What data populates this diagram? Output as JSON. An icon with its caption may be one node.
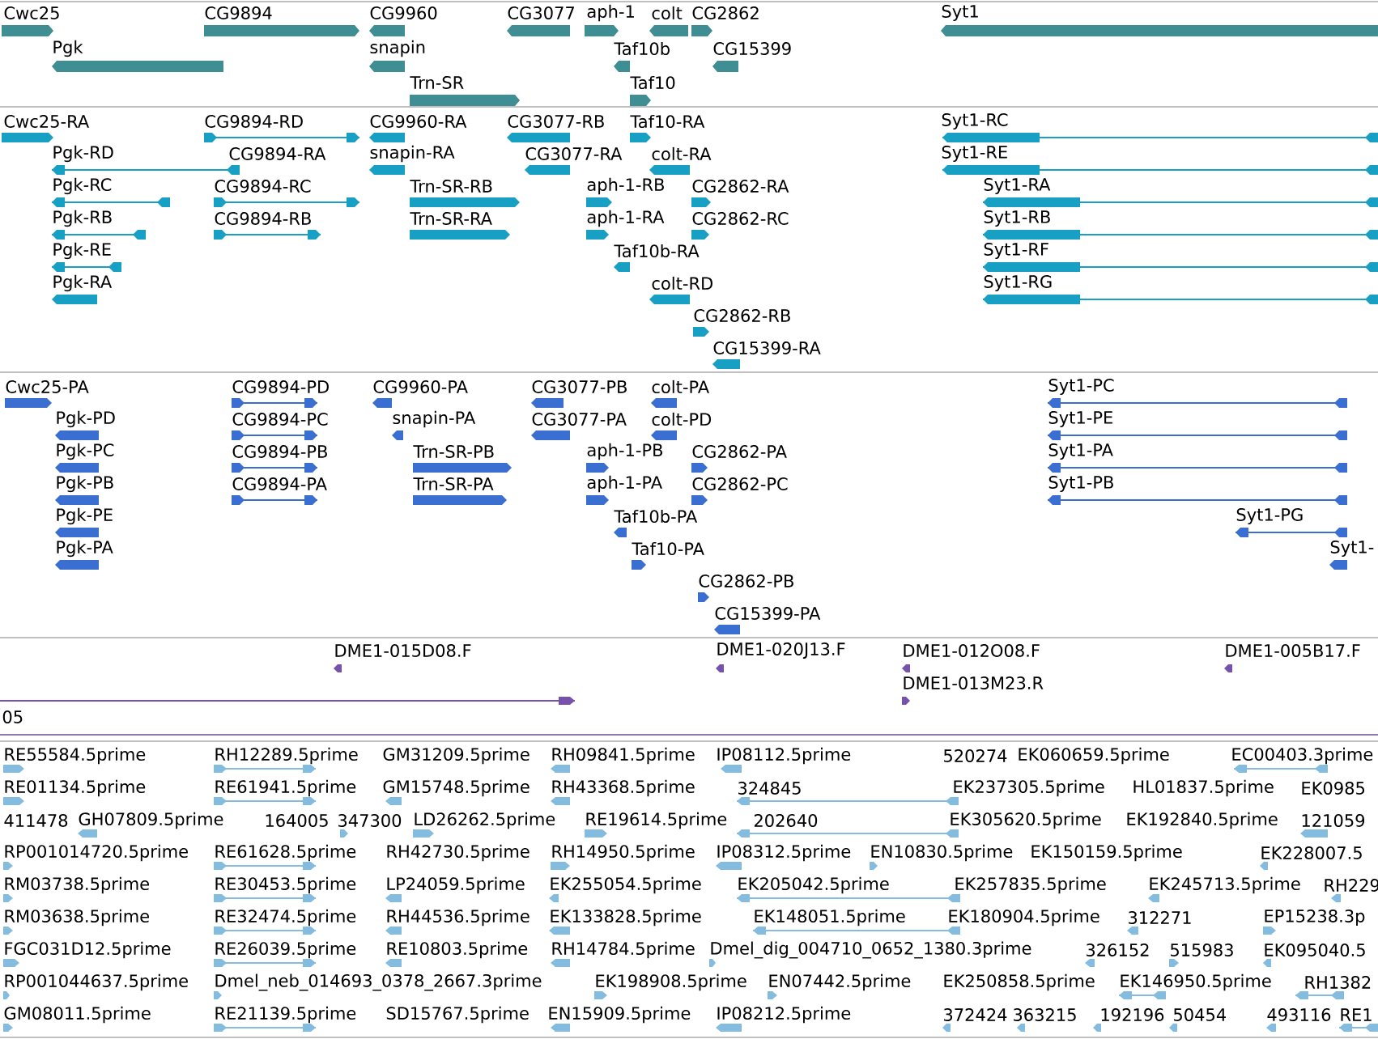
{
  "diagram": {
    "labels": [
      "Cwc25",
      "CG9894",
      "CG9960",
      "CG3077",
      "aph-1",
      "colt",
      "CG2862",
      "Syt1",
      "Pgk",
      "snapin",
      "Taf10b",
      "CG15399",
      "Trn-SR",
      "Taf10",
      "Cwc25-RA",
      "CG9894-RD",
      "CG9960-RA",
      "CG3077-RB",
      "Taf10-RA",
      "Syt1-RC",
      "Pgk-RD",
      "CG9894-RA",
      "snapin-RA",
      "CG3077-RA",
      "colt-RA",
      "Syt1-RE",
      "Pgk-RC",
      "CG9894-RC",
      "Trn-SR-RB",
      "aph-1-RB",
      "CG2862-RA",
      "Syt1-RA",
      "Pgk-RB",
      "CG9894-RB",
      "Trn-SR-RA",
      "aph-1-RA",
      "CG2862-RC",
      "Syt1-RB",
      "Pgk-RE",
      "Taf10b-RA",
      "Syt1-RF",
      "Pgk-RA",
      "colt-RD",
      "Syt1-RG",
      "CG2862-RB",
      "CG15399-RA",
      "Cwc25-PA",
      "CG9894-PD",
      "CG9960-PA",
      "CG3077-PB",
      "colt-PA",
      "Syt1-PC",
      "Pgk-PD",
      "CG9894-PC",
      "snapin-PA",
      "CG3077-PA",
      "colt-PD",
      "Syt1-PE",
      "Pgk-PC",
      "CG9894-PB",
      "Trn-SR-PB",
      "aph-1-PB",
      "CG2862-PA",
      "Syt1-PA",
      "Pgk-PB",
      "CG9894-PA",
      "Trn-SR-PA",
      "aph-1-PA",
      "CG2862-PC",
      "Syt1-PB",
      "Pgk-PE",
      "Taf10b-PA",
      "Syt1-PG",
      "Pgk-PA",
      "Taf10-PA",
      "Syt1-",
      "CG2862-PB",
      "CG15399-PA",
      "DME1-015D08.F",
      "DME1-020J13.F",
      "DME1-012O08.F",
      "DME1-005B17.F",
      "DME1-013M23.R",
      "05",
      "RE55584.5prime",
      "RH12289.5prime",
      "GM31209.5prime",
      "RH09841.5prime",
      "IP08112.5prime",
      "520274",
      "EK060659.5prime",
      "EC00403.3prime",
      "RE01134.5prime",
      "RE61941.5prime",
      "GM15748.5prime",
      "RH43368.5prime",
      "324845",
      "EK237305.5prime",
      "HL01837.5prime",
      "EK0985",
      "411478",
      "GH07809.5prime",
      "164005",
      "347300",
      "LD26262.5prime",
      "RE19614.5prime",
      "202640",
      "EK305620.5prime",
      "EK192840.5prime",
      "121059",
      "RP001014720.5prime",
      "RE61628.5prime",
      "RH42730.5prime",
      "RH14950.5prime",
      "IP08312.5prime",
      "EN10830.5prime",
      "EK150159.5prime",
      "EK228007.5",
      "RM03738.5prime",
      "RE30453.5prime",
      "LP24059.5prime",
      "EK255054.5prime",
      "EK205042.5prime",
      "EK257835.5prime",
      "EK245713.5prime",
      "RH229",
      "RM03638.5prime",
      "RE32474.5prime",
      "RH44536.5prime",
      "EK133828.5prime",
      "EK148051.5prime",
      "EK180904.5prime",
      "312271",
      "EP15238.3p",
      "FGC031D12.5prime",
      "RE26039.5prime",
      "RE10803.5prime",
      "RH14784.5prime",
      "Dmel_dig_004710_0652_1380.3prime",
      "326152",
      "515983",
      "EK095040.5",
      "RP001044637.5prime",
      "Dmel_neb_014693_0378_2667.3prime",
      "EK198908.5prime",
      "EN07442.5prime",
      "EK250858.5prime",
      "EK146950.5prime",
      "RH1382",
      "GM08011.5prime",
      "RE21139.5prime",
      "SD15767.5prime",
      "EN15909.5prime",
      "IP08212.5prime",
      "372424",
      "363215",
      "192196",
      "50454",
      "493116",
      "RE1"
    ]
  }
}
